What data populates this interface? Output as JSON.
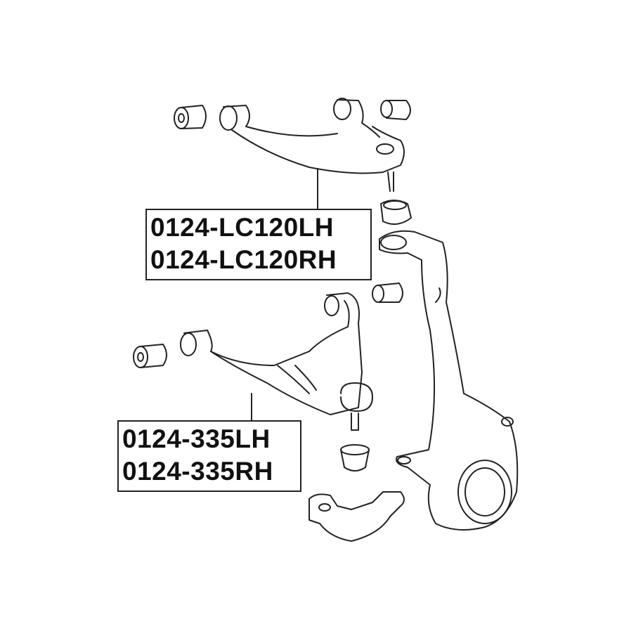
{
  "upper_arm": {
    "part_numbers": [
      "0124-LC120LH",
      "0124-LC120RH"
    ]
  },
  "lower_arm": {
    "part_numbers": [
      "0124-335LH",
      "0124-335RH"
    ]
  },
  "colors": {
    "line": "#222222",
    "background": "#ffffff"
  }
}
